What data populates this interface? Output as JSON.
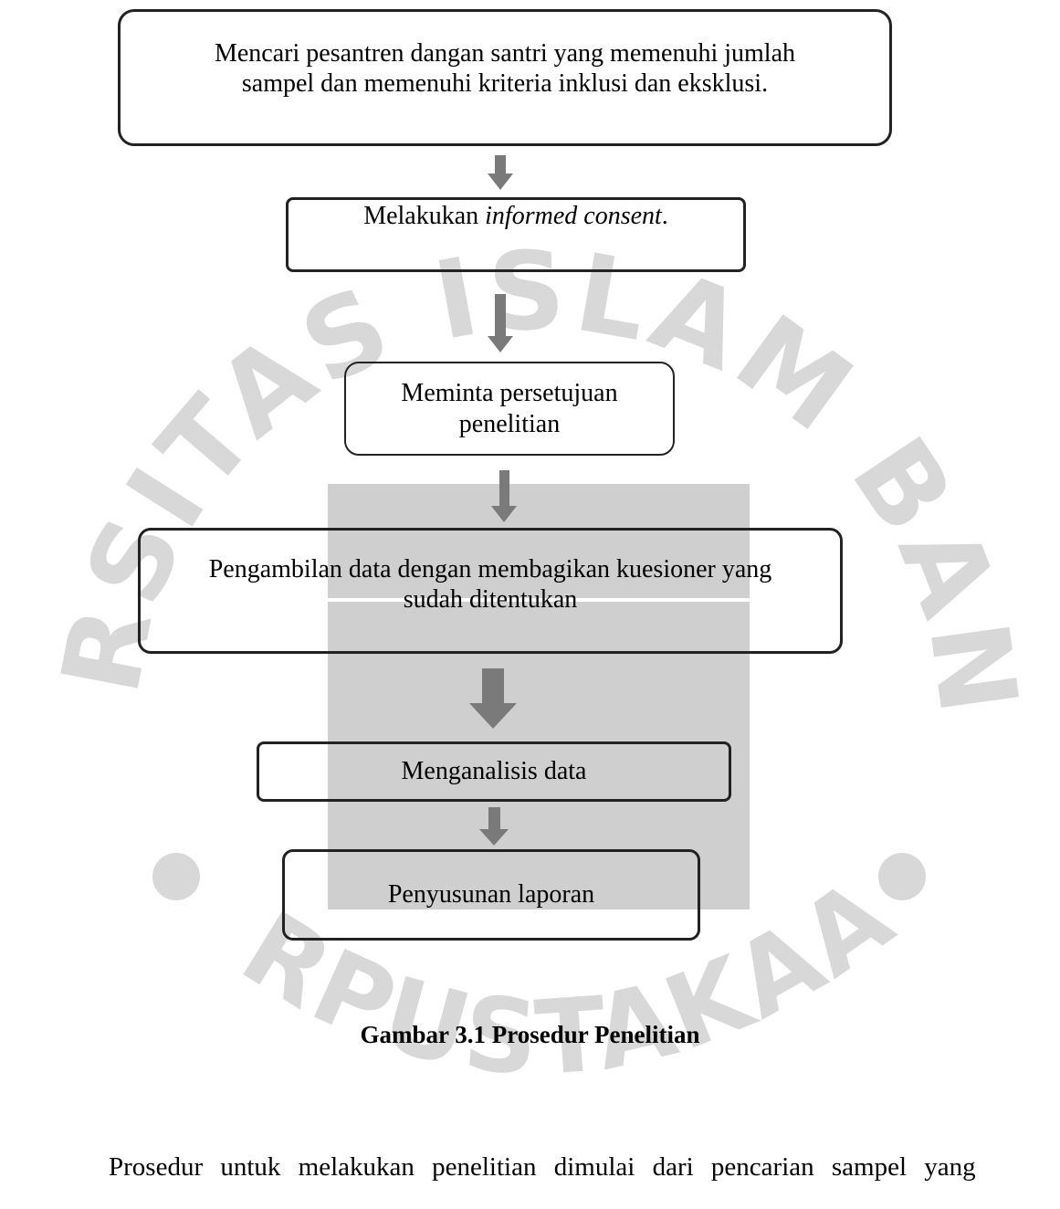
{
  "watermark": {
    "top_arc": "UNIVERSITAS ISLAM BANDUNG",
    "bottom_arc": "PERPUSTAKAAN",
    "color": "#d8d8d8"
  },
  "flowchart": {
    "steps": [
      {
        "id": "b1",
        "line1": "Mencari pesantren dangan santri yang memenuhi jumlah",
        "line2": "sampel dan memenuhi kriteria inklusi dan eksklusi."
      },
      {
        "id": "b2",
        "prefix": "Melakukan ",
        "italic": "informed consent",
        "suffix": "."
      },
      {
        "id": "b3",
        "line1": "Meminta persetujuan",
        "line2": "penelitian"
      },
      {
        "id": "b4",
        "line1": "Pengambilan data dengan membagikan kuesioner yang",
        "line2": "sudah ditentukan"
      },
      {
        "id": "b5",
        "line1": "Menganalisis data"
      },
      {
        "id": "b6",
        "line1": "Penyusunan laporan"
      }
    ],
    "arrow_color": "#7a7a7a",
    "border_color": "#222222"
  },
  "caption": "Gambar 3.1 Prosedur Penelitian",
  "paragraph": "Prosedur untuk melakukan penelitian dimulai dari pencarian sampel yang"
}
